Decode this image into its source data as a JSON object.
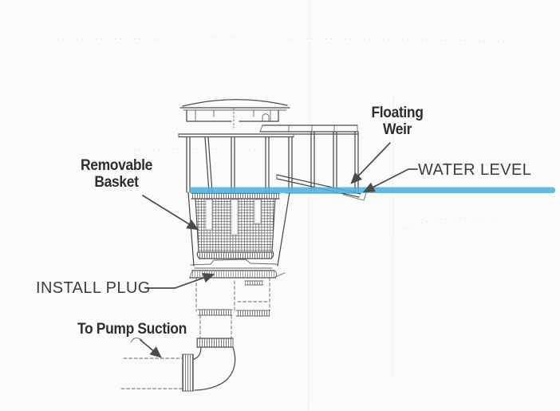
{
  "colors": {
    "paper": "#fbfbf9",
    "ink": "#4b4b4b",
    "water": "#45b4e6",
    "label_bold": "#2e2e2e",
    "label_light": "#3d3d3d"
  },
  "diagram": {
    "labels": {
      "removable_basket_line1": "Removable",
      "removable_basket_line2": "Basket",
      "floating_weir_line1": "Floating",
      "floating_weir_line2": "Weir",
      "water_level": "WATER LEVEL",
      "install_plug": "INSTALL PLUG",
      "to_pump_suction": "To Pump Suction"
    }
  }
}
